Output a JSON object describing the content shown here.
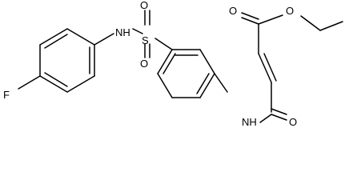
{
  "atoms": {
    "fluorine": "F",
    "sulfonamide_nh": "NH",
    "sulfur": "S",
    "sulfonyl_o_top": "O",
    "sulfonyl_o_bottom": "O",
    "amide_nh": "NH",
    "amide_o": "O",
    "ester_carbonyl_o": "O",
    "ester_o": "O"
  }
}
